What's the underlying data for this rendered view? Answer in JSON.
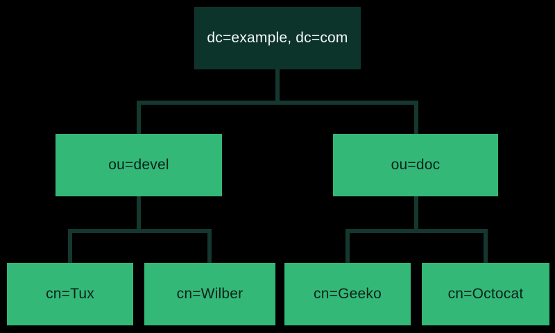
{
  "diagram": {
    "type": "tree",
    "description": "LDAP directory tree diagram",
    "tree": {
      "label": "dc=example, dc=com",
      "children": [
        {
          "label": "ou=devel",
          "children": [
            {
              "label": "cn=Tux"
            },
            {
              "label": "cn=Wilber"
            }
          ]
        },
        {
          "label": "ou=doc",
          "children": [
            {
              "label": "cn=Geeko"
            },
            {
              "label": "cn=Octocat"
            }
          ]
        }
      ]
    }
  },
  "colors": {
    "background": "#000000",
    "root_node_fill": "#0d342b",
    "root_node_text": "#f2f7f5",
    "child_node_fill": "#33b877",
    "child_node_text": "#0c211a",
    "connector": "#14382f"
  }
}
